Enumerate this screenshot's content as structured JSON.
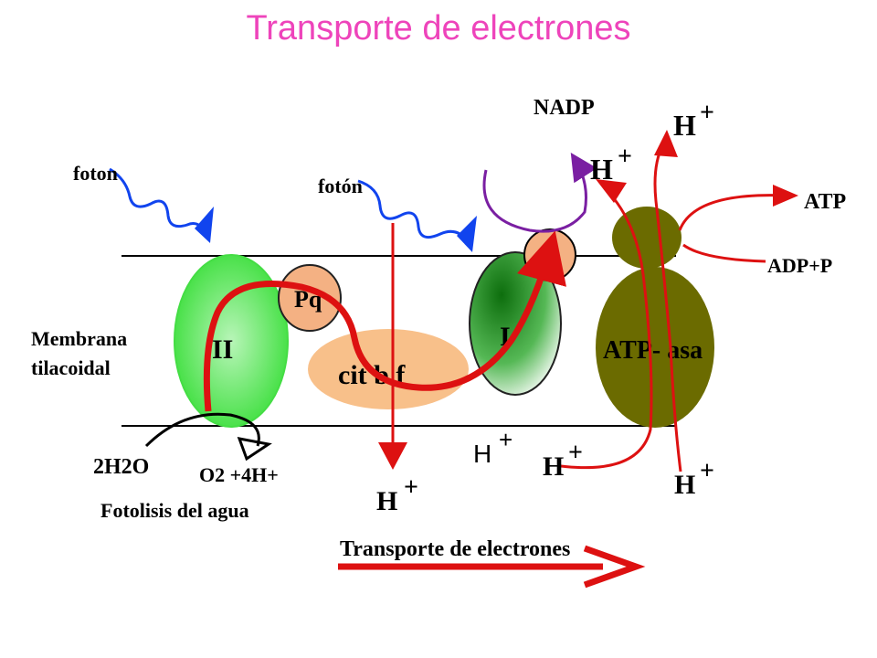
{
  "title": "Transporte de electrones",
  "labels": {
    "foton_left": "foton",
    "foton_mid": "fotón",
    "nadp": "NADP",
    "h_top_right": "H",
    "h_top_mid": "H",
    "plus": "+",
    "atp": "ATP",
    "adp": "ADP+P",
    "membrana": "Membrana",
    "tilacoidal": "tilacoidal",
    "ps2": "II",
    "pq": "Pq",
    "cytbf": "cit b f",
    "ps1": "I",
    "atpasa": "ATP- asa",
    "water": "2H2O",
    "oxygen": "O2 +4H+",
    "fotolisis": "Fotolisis del agua",
    "h_bottom_mid": "H",
    "h_bottom_center": "H",
    "h_bottom_left_atp": "H",
    "h_bottom_right_atp": "H",
    "transport_arrow": "Transporte de electrones"
  },
  "colors": {
    "title": "#ee44bb",
    "ps2": "#44dd44",
    "pq": "#f4b183",
    "cytbf": "#f8c08a",
    "ps1": "#2a8a2a",
    "atpasa": "#6b6b00",
    "arrow_red": "#dd1111",
    "photon_blue": "#1144ee",
    "nadp_purple": "#7a1fa2"
  }
}
